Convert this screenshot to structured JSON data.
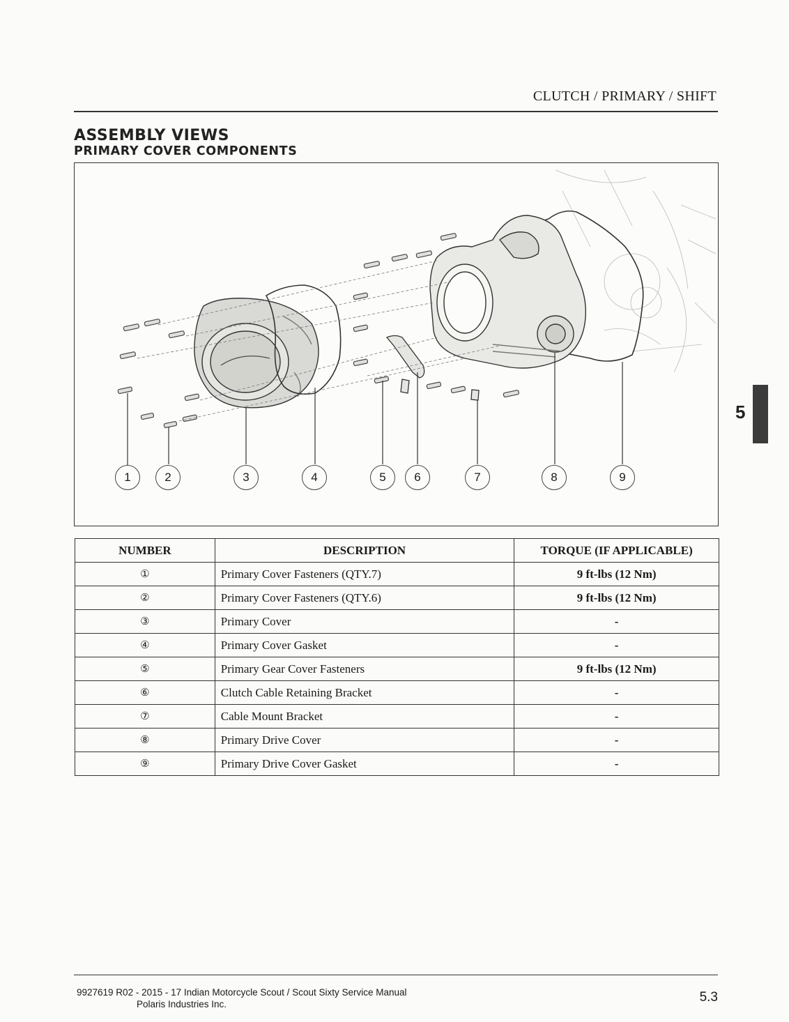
{
  "header": {
    "section_title": "CLUTCH / PRIMARY / SHIFT"
  },
  "section": {
    "title": "ASSEMBLY VIEWS",
    "subtitle": "PRIMARY COVER COMPONENTS"
  },
  "figure": {
    "callouts": [
      "1",
      "2",
      "3",
      "4",
      "5",
      "6",
      "7",
      "8",
      "9"
    ]
  },
  "side_tab": {
    "chapter": "5"
  },
  "table": {
    "headers": [
      "NUMBER",
      "DESCRIPTION",
      "TORQUE (IF APPLICABLE)"
    ],
    "rows": [
      {
        "number": "①",
        "description": "Primary Cover Fasteners (QTY.7)",
        "torque": "9 ft-lbs (12 Nm)"
      },
      {
        "number": "②",
        "description": "Primary Cover Fasteners (QTY.6)",
        "torque": "9 ft-lbs (12 Nm)"
      },
      {
        "number": "③",
        "description": "Primary Cover",
        "torque": "-"
      },
      {
        "number": "④",
        "description": "Primary Cover Gasket",
        "torque": "-"
      },
      {
        "number": "⑤",
        "description": "Primary Gear Cover Fasteners",
        "torque": "9 ft-lbs (12 Nm)"
      },
      {
        "number": "⑥",
        "description": "Clutch Cable Retaining Bracket",
        "torque": "-"
      },
      {
        "number": "⑦",
        "description": "Cable Mount Bracket",
        "torque": "-"
      },
      {
        "number": "⑧",
        "description": "Primary Drive Cover",
        "torque": "-"
      },
      {
        "number": "⑨",
        "description": "Primary Drive Cover Gasket",
        "torque": "-"
      }
    ]
  },
  "footer": {
    "line1": "9927619 R02 - 2015 - 17 Indian Motorcycle Scout / Scout Sixty Service Manual",
    "line2": "Polaris Industries Inc.",
    "page": "5.3"
  }
}
